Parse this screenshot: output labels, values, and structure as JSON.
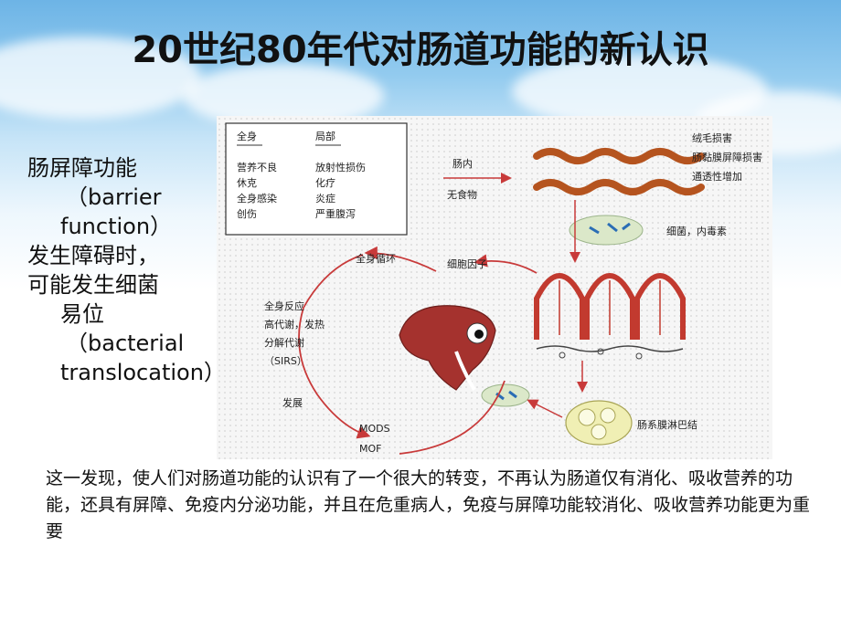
{
  "title": "20世纪80年代对肠道功能的新认识",
  "left_text": {
    "line1": "肠屏障功能",
    "line2": "（barrier",
    "line3": "function）",
    "line4": "发生障碍时，",
    "line5": "可能发生细菌",
    "line6": "易位",
    "line7": "（bacterial",
    "line8": "translocation）"
  },
  "figure": {
    "box": {
      "col1_header": "全身",
      "col2_header": "局部",
      "col1_items": [
        "营养不良",
        "休克",
        "全身感染",
        "创伤"
      ],
      "col2_items": [
        "放射性损伤",
        "化疗",
        "炎症",
        "严重腹泻"
      ]
    },
    "arrow_label_top": "肠内",
    "arrow_label_bottom": "无食物",
    "damage_labels": [
      "绒毛损害",
      "肠黏膜屏障损害",
      "通透性增加"
    ],
    "bacteria_label": "细菌，内毒素",
    "circulation_label": "全身循环",
    "cytokine_label": "细胞因子",
    "response_labels": [
      "全身反应",
      "高代谢，发热",
      "分解代谢",
      "（SIRS）"
    ],
    "develop_label": "发展",
    "mods_label": "MODS",
    "mof_label": "MOF",
    "lymph_label": "肠系膜淋巴结"
  },
  "bottom_text": "这一发现，使人们对肠道功能的认识有了一个很大的转变，不再认为肠道仅有消化、吸收营养的功能，还具有屏障、免疫内分泌功能，并且在危重病人，免疫与屏障功能较消化、吸收营养功能更为重要"
}
